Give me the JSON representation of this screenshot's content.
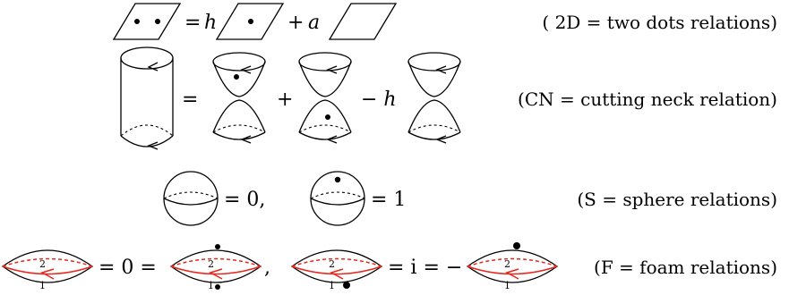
{
  "rows": {
    "two_dots": {
      "terms": [
        "=",
        "h",
        "+",
        "a"
      ],
      "label": "( 2D = two dots relations)"
    },
    "cutting_neck": {
      "terms": [
        "=",
        "+",
        "− h"
      ],
      "label": "(CN = cutting neck relation)"
    },
    "sphere": {
      "terms": [
        "= 0,",
        "= 1"
      ],
      "label": "(S = sphere relations)"
    },
    "foam": {
      "terms": [
        "= 0 =",
        ",",
        "= i = −"
      ],
      "facet_numbers": [
        "2",
        "1"
      ],
      "label": "(F = foam relations)"
    }
  }
}
